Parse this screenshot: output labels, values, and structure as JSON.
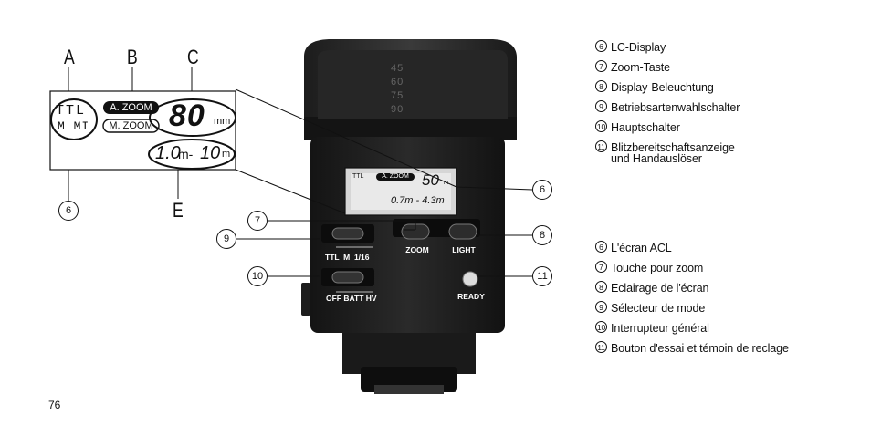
{
  "page_number": "76",
  "letters": {
    "a": "A",
    "b": "B",
    "c": "C",
    "e": "E"
  },
  "lcd": {
    "ttl": "TTL",
    "m_marks": "M  MI",
    "a_zoom": "A. ZOOM",
    "m_zoom": "M. ZOOM",
    "focal": "80",
    "focal_unit": "mm",
    "range_start": "1.0",
    "range_sep": "m-",
    "range_end": "10",
    "range_unit": "m"
  },
  "flash": {
    "zoom_scale": [
      "45",
      "60",
      "75",
      "90"
    ],
    "display_ttl": "TTL",
    "display_a_zoom": "A. ZOOM",
    "display_focal": "50",
    "display_focal_unit": "m",
    "display_range": "0.7m - 4.3m",
    "zoom_label": "ZOOM",
    "light_label": "LIGHT",
    "mode_scale": "TTL  M  1/16",
    "power_scale": "OFF BATT HV",
    "ready_label": "READY"
  },
  "callouts": {
    "c6": "6",
    "c7": "7",
    "c8": "8",
    "c9": "9",
    "c10": "10",
    "c11": "11"
  },
  "legend_de": [
    {
      "num": "6",
      "text": "LC-Display"
    },
    {
      "num": "7",
      "text": "Zoom-Taste"
    },
    {
      "num": "8",
      "text": "Display-Beleuchtung"
    },
    {
      "num": "9",
      "text": "Betriebsartenwahlschalter"
    },
    {
      "num": "10",
      "text": "Hauptschalter"
    },
    {
      "num": "11",
      "text": "Blitzbereitschaftsanzeige",
      "cont": "und Handauslöser"
    }
  ],
  "legend_fr": [
    {
      "num": "6",
      "text": "L'écran ACL"
    },
    {
      "num": "7",
      "text": "Touche pour zoom"
    },
    {
      "num": "8",
      "text": "Eclairage de l'écran"
    },
    {
      "num": "9",
      "text": "Sélecteur de mode"
    },
    {
      "num": "10",
      "text": "Interrupteur général"
    },
    {
      "num": "11",
      "text": "Bouton d'essai et témoin de reclage"
    }
  ]
}
